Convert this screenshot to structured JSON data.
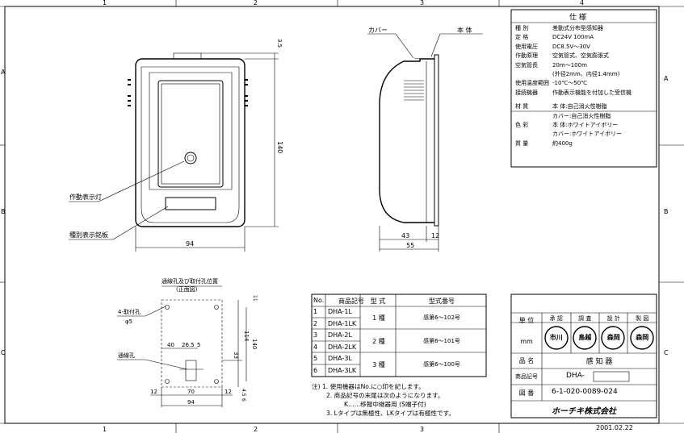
{
  "border": {
    "cols": [
      "1",
      "2",
      "3",
      "4"
    ],
    "rows": [
      "A",
      "B",
      "C"
    ]
  },
  "spec": {
    "title": "仕 様",
    "rows": [
      {
        "label": "種 別",
        "value": "差動式分布型感知器"
      },
      {
        "label": "定 格",
        "value": "DC24V 100mA"
      },
      {
        "label": "使用電圧",
        "value": "DC8.5V〜30V"
      },
      {
        "label": "作動原理",
        "value": "空気管式、空気膨張式"
      },
      {
        "label": "空気管長",
        "value": "20m〜100m"
      },
      {
        "label": "",
        "value": "(外径2mm、内径1.4mm)"
      },
      {
        "label": "使用温度範囲",
        "value": "-10℃〜50℃"
      },
      {
        "label": "接続機器",
        "value": "作動表示機能を付加した受信機"
      },
      {
        "label": "材 質",
        "value": "本 体:自己消火性樹脂"
      },
      {
        "label": "",
        "value": "カバー:自己消火性樹脂"
      },
      {
        "label": "色 彩",
        "value": "本 体:ホワイトアイボリー"
      },
      {
        "label": "",
        "value": "カバー:ホワイトアイボリー"
      },
      {
        "label": "質 量",
        "value": "約400g"
      }
    ]
  },
  "front": {
    "dims": {
      "width": "94",
      "height": "140",
      "top": "3.5"
    },
    "labels": {
      "lamp": "作動表示灯",
      "plate": "種別表示銘板"
    }
  },
  "side": {
    "labels": {
      "cover": "カバー",
      "body": "本 体"
    },
    "dims": {
      "d1": "43",
      "d2": "12",
      "total": "55"
    }
  },
  "mount": {
    "title": "通線孔及び取付孔位置",
    "subtitle": "(正面図)",
    "labels": {
      "holes": "4-取付孔",
      "hole_dia": "φ5",
      "wire": "通線孔"
    },
    "dims": {
      "a": "40",
      "b": "26.5",
      "c": "5",
      "d": "11",
      "e": "114",
      "f": "140",
      "g": "33",
      "h": "4.5",
      "i": "6",
      "j": "12",
      "k": "70",
      "l": "12",
      "m": "94"
    }
  },
  "model_table": {
    "headers": [
      "No.",
      "商品記号",
      "型 式",
      "型式番号"
    ],
    "rows": [
      {
        "no": "1",
        "code": "DHA-1L",
        "type": "1 種",
        "num": "感第6〜102号"
      },
      {
        "no": "2",
        "code": "DHA-1LK",
        "type": "",
        "num": ""
      },
      {
        "no": "3",
        "code": "DHA-2L",
        "type": "2 種",
        "num": "感第6〜101号"
      },
      {
        "no": "4",
        "code": "DHA-2LK",
        "type": "",
        "num": ""
      },
      {
        "no": "5",
        "code": "DHA-3L",
        "type": "3 種",
        "num": "感第6〜100号"
      },
      {
        "no": "6",
        "code": "DHA-3LK",
        "type": "",
        "num": ""
      }
    ]
  },
  "notes": {
    "n1": "注) 1. 使用機器はNo.に○印を記します。",
    "n2": "2. 商品記号の末尾は次のようになります。",
    "n3": "K……移報中継器用 (S端子付)",
    "n4": "3. Lタイプは無極性、LKタイプは有極性です。"
  },
  "title_block": {
    "unit_label": "単 位",
    "unit": "mm",
    "roles": [
      "承 認",
      "調 査",
      "設 計",
      "製 図"
    ],
    "stamps": [
      "市川",
      "島越",
      "森岡",
      "森岡"
    ],
    "name_label": "品 名",
    "name": "感 知 器",
    "code_label": "商品記号",
    "code": "DHA-",
    "drawing_label": "図 番",
    "drawing": "6-1-020-0089-024",
    "company": "ホーチキ株式会社",
    "date": "2001.02.22"
  }
}
